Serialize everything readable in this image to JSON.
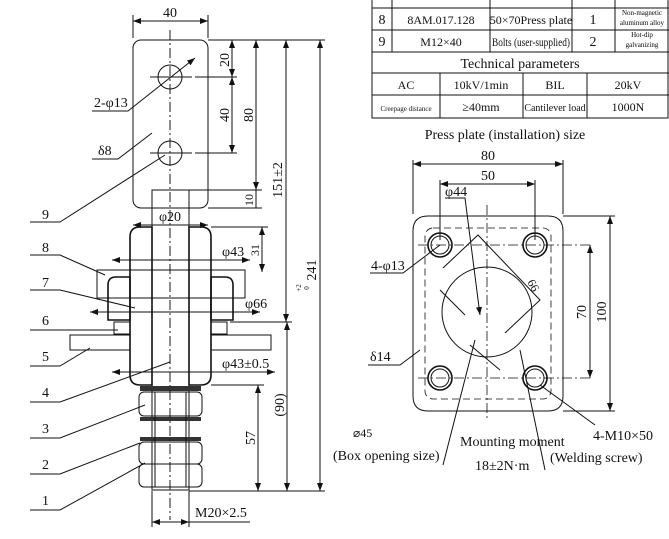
{
  "parts_table": {
    "rows": [
      {
        "no": "8",
        "code": "8AM.017.128",
        "name": "50×70Press plate",
        "qty": "1",
        "material": "Non-magnetic aluminum alloy"
      },
      {
        "no": "9",
        "code": "M12×40",
        "name": "Bolts (user-supplied)",
        "qty": "2",
        "material": "Hot-dip galvanizing"
      }
    ],
    "tech_title": "Technical parameters",
    "tech_rows": [
      [
        "AC",
        "10kV/1min",
        "BIL",
        "20kV"
      ],
      [
        "Creepage distance",
        "≥40mm",
        "Cantilever load",
        "1000N"
      ]
    ]
  },
  "side_view": {
    "part_labels": [
      "9",
      "8",
      "7",
      "6",
      "5",
      "4",
      "3",
      "2",
      "1"
    ],
    "dims": {
      "width_top": "40",
      "hole_top": "20",
      "hole_spacing": "40",
      "plate_height": "80",
      "gap": "10",
      "height_151": "151±2",
      "height_241": "241",
      "tol_241_upper": "+2",
      "tol_241_lower": "0",
      "dia_20": "φ20",
      "dia_43": "φ43",
      "h_31": "31",
      "dia_66": "φ66",
      "dia_43_tol": "φ43±0.5",
      "h_90": "(90)",
      "h_57": "57",
      "thread": "M20×2.5"
    },
    "notes": {
      "holes": "2-φ13",
      "thickness": "δ8"
    }
  },
  "press_plate": {
    "title": "Press plate (installation) size",
    "dims": {
      "w80": "80",
      "w50": "50",
      "d44": "φ44",
      "d66": "66",
      "h70": "70",
      "h100": "100"
    },
    "notes": {
      "holes": "4-φ13",
      "thickness": "δ14",
      "box_dia": "⌀45",
      "box_label": "(Box opening size)",
      "moment_label": "Mounting moment",
      "moment_value": "18±2N·m",
      "screws": "4-M10×50",
      "screws_label": "(Welding screw)"
    }
  }
}
